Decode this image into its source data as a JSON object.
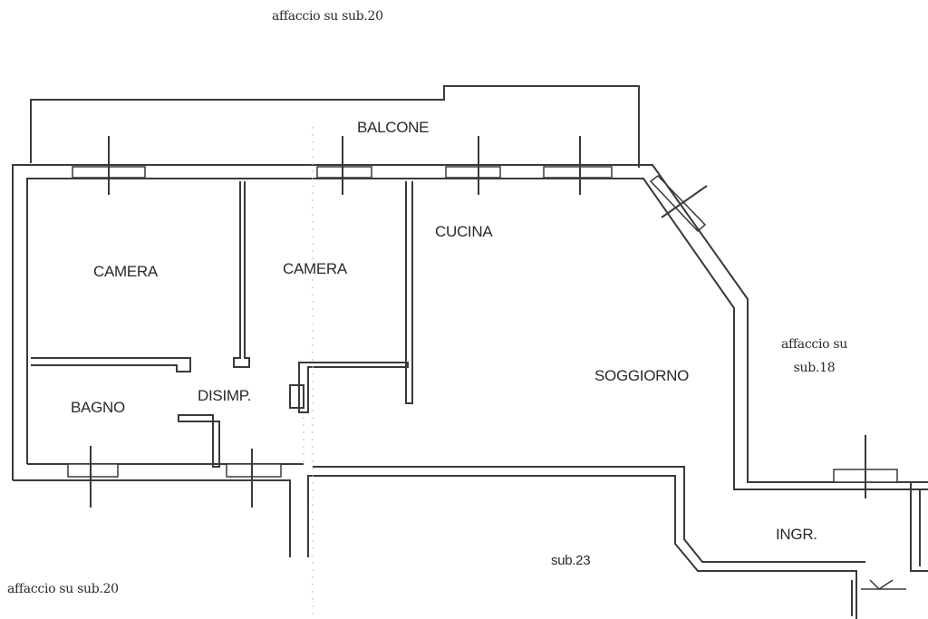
{
  "annotations": {
    "top_view": "affaccio su sub.20",
    "bottom_view": "affaccio su sub.20",
    "right_view_line1": "affaccio su",
    "right_view_line2": "sub.18",
    "lower_unit": "sub.23"
  },
  "rooms": {
    "balcony": "BALCONE",
    "kitchen": "CUCINA",
    "bedroom_left": "CAMERA",
    "bedroom_center": "CAMERA",
    "living_room": "SOGGIORNO",
    "bathroom": "BAGNO",
    "hallway": "DISIMP.",
    "entrance": "INGR."
  },
  "colors": {
    "wall": "#3a3a3a",
    "background": "#ffffff"
  }
}
